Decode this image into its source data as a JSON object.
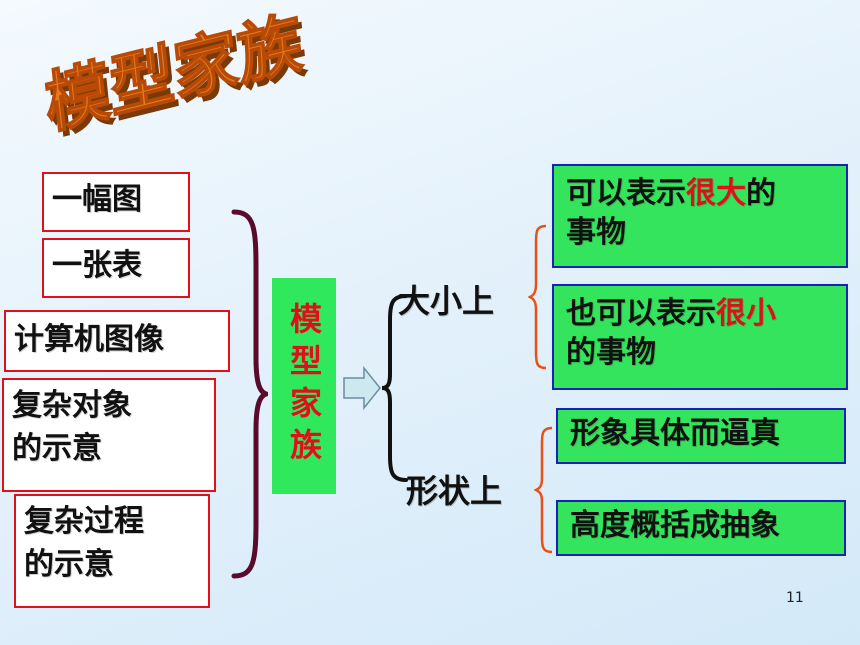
{
  "title": "模型家族",
  "left_items": [
    {
      "text": "一幅图"
    },
    {
      "text": "一张表"
    },
    {
      "text": "计算机图像"
    },
    {
      "line1": "复杂对象",
      "line2": "的示意"
    },
    {
      "line1": "复杂过程",
      "line2": "的示意"
    }
  ],
  "center": {
    "text": "模型家族"
  },
  "branches": {
    "size": "大小上",
    "shape": "形状上"
  },
  "boxes": {
    "b1": {
      "pre": "可以表示",
      "hl": "很大",
      "post": "的",
      "line2": "事物"
    },
    "b2": {
      "pre": "也可以表示",
      "hl": "很小",
      "line2": "的事物"
    },
    "b3": {
      "text": "形象具体而逼真"
    },
    "b4": {
      "text": "高度概括成抽象"
    }
  },
  "colors": {
    "accent_red": "#e0101a",
    "green": "#33e45c",
    "border_blue": "#1624b4",
    "brace": "#5a0a2a",
    "title": "#d4620e"
  },
  "page_number": "11"
}
